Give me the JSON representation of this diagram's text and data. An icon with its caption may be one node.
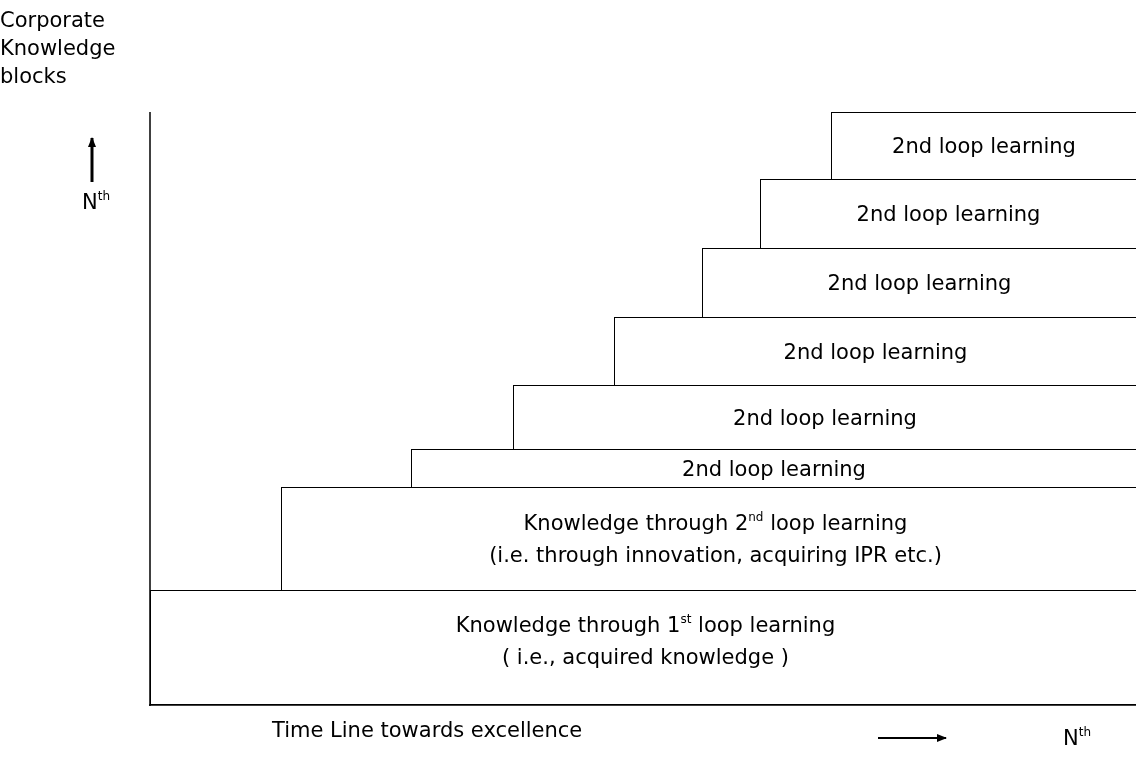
{
  "diagram": {
    "nodes": [
      {
        "text": [
          "Knowledge through 1$^{st}$ loop learning",
          "( i.e., acquired knowledge )"
        ]
      },
      {
        "text": [
          "Knowledge through 2$^{nd}$ loop learning",
          "(i.e. through innovation, acquiring IPR etc.)"
        ]
      },
      {
        "text": [
          "2nd loop learning"
        ]
      },
      {
        "text": [
          "2nd loop learning"
        ]
      },
      {
        "text": [
          "2nd loop learning"
        ]
      },
      {
        "text": [
          "2nd loop learning"
        ]
      },
      {
        "text": [
          "2nd loop learning"
        ]
      },
      {
        "text": [
          "2nd loop learning"
        ]
      }
    ],
    "labels": [
      "Corporate Knowledge blocks",
      "N$^{th}$",
      "Time Line towards excellence",
      "N$^{th}$"
    ]
  }
}
